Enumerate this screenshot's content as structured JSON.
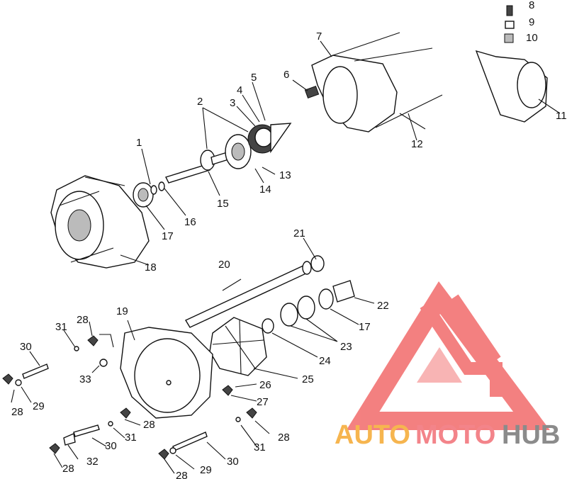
{
  "labels": [
    "1",
    "2",
    "3",
    "4",
    "5",
    "6",
    "7",
    "8",
    "9",
    "10",
    "11",
    "12",
    "13",
    "14",
    "15",
    "16",
    "17",
    "18",
    "19",
    "20",
    "21",
    "22",
    "17",
    "23",
    "24",
    "25",
    "26",
    "27",
    "28",
    "28",
    "28",
    "28",
    "28",
    "28",
    "29",
    "29",
    "30",
    "30",
    "30",
    "31",
    "31",
    "31",
    "32",
    "33"
  ],
  "watermark": {
    "auto": "AUTO",
    "moto": "MOTO",
    "hub": "HUB",
    "logo_color": "#f26b6b"
  }
}
